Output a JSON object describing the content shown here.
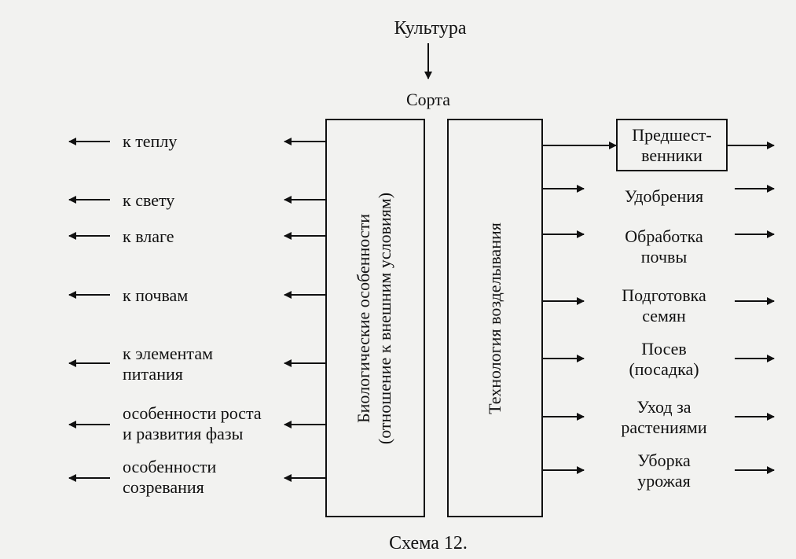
{
  "diagram": {
    "top_label": "Культура",
    "sub_label": "Сорта",
    "bio_box": {
      "line1": "Биологические особенности",
      "line2": "(отношение к внешним условиям)"
    },
    "tech_box": {
      "label": "Технология возделывания"
    },
    "left_items": [
      {
        "text": "к теплу"
      },
      {
        "text": "к свету"
      },
      {
        "text": "к влаге"
      },
      {
        "text": "к почвам"
      },
      {
        "text": "к элементам\nпитания"
      },
      {
        "text": "особенности роста\nи развития фазы"
      },
      {
        "text": "особенности\nсозревания"
      }
    ],
    "right_items": [
      {
        "text": "Предшест-\nвенники",
        "boxed": true
      },
      {
        "text": "Удобрения"
      },
      {
        "text": "Обработка\nпочвы"
      },
      {
        "text": "Подготовка\nсемян"
      },
      {
        "text": "Посев\n(посадка)"
      },
      {
        "text": "Уход за\nрастениями"
      },
      {
        "text": "Уборка\nурожая"
      }
    ],
    "caption": "Схема 12."
  }
}
